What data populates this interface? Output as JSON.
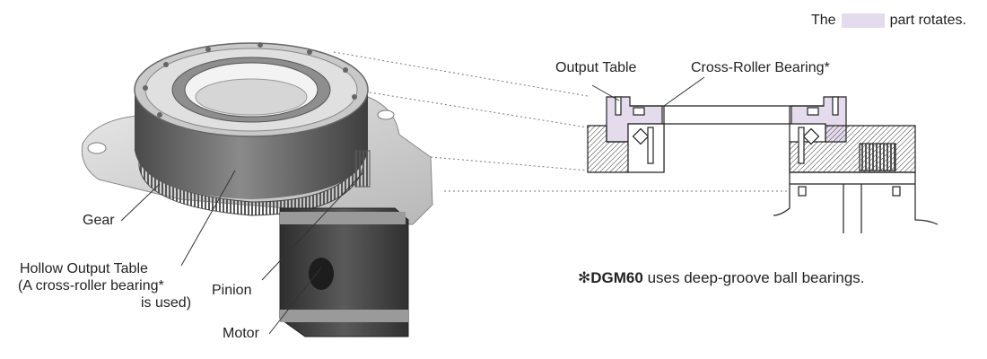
{
  "legend": {
    "text_before": "The",
    "text_after": "part rotates.",
    "swatch_color": "#e4dbed"
  },
  "labels": {
    "gear": "Gear",
    "hollow_output_table": "Hollow Output Table",
    "hollow_note_line1": "(A cross-roller bearing*",
    "hollow_note_line2": "is used)",
    "pinion": "Pinion",
    "motor": "Motor",
    "output_table": "Output Table",
    "cross_roller_bearing": "Cross-Roller Bearing*"
  },
  "note": {
    "asterisk": "✻",
    "model": "DGM60",
    "text": "uses deep-groove ball bearings."
  },
  "colors": {
    "rotating_part": "#e4dbed",
    "body_metal": "#6a6a6a",
    "light_metal": "#d8d8d8",
    "line": "#333333"
  }
}
